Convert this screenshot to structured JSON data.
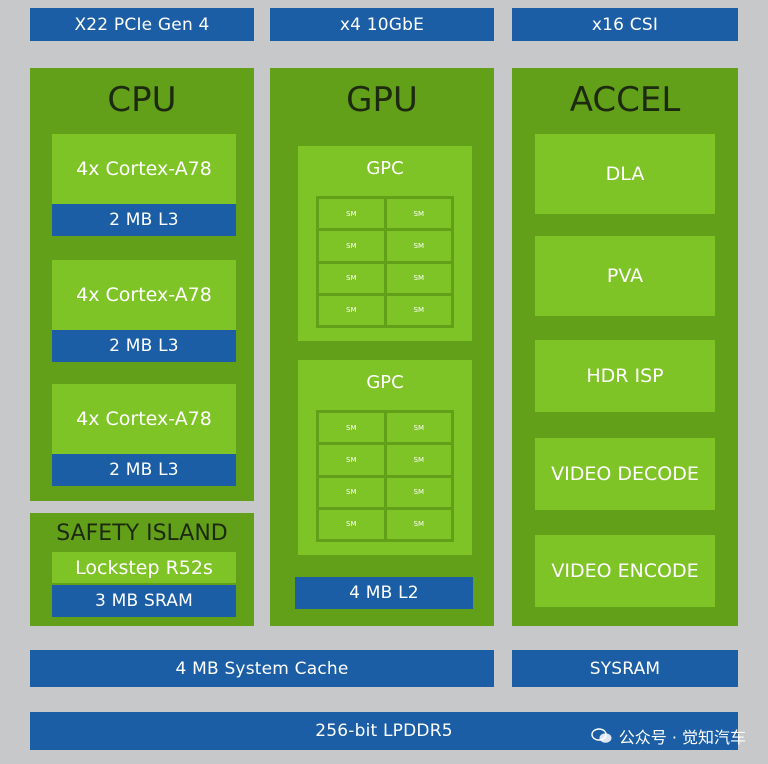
{
  "top_bar": {
    "pcie": "X22 PCIe Gen 4",
    "ethernet": "x4 10GbE",
    "csi": "x16 CSI"
  },
  "cpu": {
    "title": "CPU",
    "clusters": [
      {
        "core": "4x Cortex-A78",
        "cache": "2 MB L3"
      },
      {
        "core": "4x Cortex-A78",
        "cache": "2 MB L3"
      },
      {
        "core": "4x Cortex-A78",
        "cache": "2 MB L3"
      }
    ]
  },
  "safety_island": {
    "title": "SAFETY ISLAND",
    "core": "Lockstep R52s",
    "memory": "3 MB SRAM"
  },
  "gpu": {
    "title": "GPU",
    "gpcs": [
      {
        "label": "GPC",
        "sm_label": "SM"
      },
      {
        "label": "GPC",
        "sm_label": "SM"
      }
    ],
    "l2": "4 MB L2"
  },
  "accel": {
    "title": "ACCEL",
    "blocks": [
      "DLA",
      "PVA",
      "HDR ISP",
      "VIDEO DECODE",
      "VIDEO ENCODE"
    ]
  },
  "system_cache": "4 MB System Cache",
  "sysram": "SYSRAM",
  "memory": "256-bit LPDDR5",
  "watermark": "公众号 · 觉知汽车",
  "colors": {
    "background": "#c6c8c9",
    "section_green": "#62a019",
    "block_green": "#7fc426",
    "bar_blue": "#1b5ea6"
  }
}
